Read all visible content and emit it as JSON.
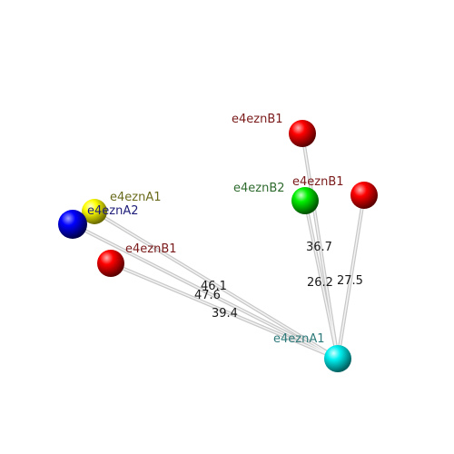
{
  "atoms": {
    "a1": {
      "label": "e4eznA1",
      "color": "#ffff00",
      "label_color": "#6b6b1e"
    },
    "a2": {
      "label": "e4eznA2",
      "color": "#0000ff",
      "label_color": "#1e1e7a"
    },
    "b1_left": {
      "label": "e4eznB1",
      "color": "#ff0000",
      "label_color": "#7a1a1a"
    },
    "b1_top": {
      "label": "e4eznB1",
      "color": "#ff0000",
      "label_color": "#7a1a1a"
    },
    "b2": {
      "label": "e4eznB2",
      "color": "#00ff00",
      "label_color": "#2e6b2e"
    },
    "b1_right": {
      "label": "e4eznB1",
      "color": "#ff0000",
      "label_color": "#7a1a1a"
    },
    "hub": {
      "label": "e4eznA1",
      "color": "#00ffff",
      "label_color": "#2e7a7a"
    }
  },
  "distances": {
    "hub_a1": "46.1",
    "hub_a2": "47.6",
    "hub_b1_left": "39.4",
    "hub_b2": "36.7",
    "hub_b1_top": "26.2",
    "hub_b1_right": "27.5"
  }
}
